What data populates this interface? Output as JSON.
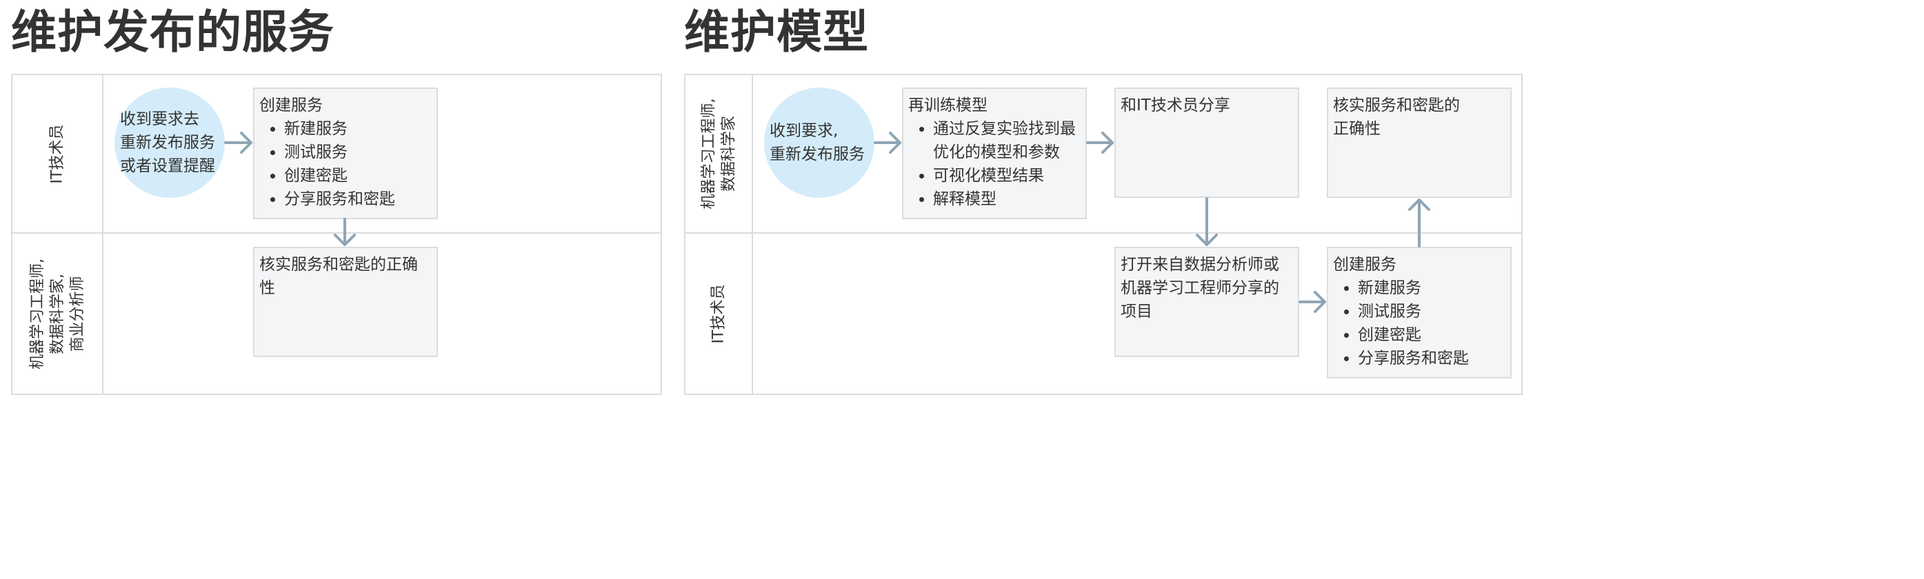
{
  "left": {
    "title": "维护发布的服务",
    "lanes": [
      "IT技术员",
      "机器学习工程师,\n数据科学家,\n商业分析师"
    ],
    "start": "收到要求去\n重新发布服务\n或者设置提醒",
    "create": {
      "heading": "创建服务",
      "items": [
        "新建服务",
        "测试服务",
        "创建密匙",
        "分享服务和密匙"
      ]
    },
    "verify": "核实服务和密匙的正确性"
  },
  "right": {
    "title": "维护模型",
    "lanes": [
      "机器学习工程师,\n数据科学家",
      "IT技术员"
    ],
    "start": "收到要求,\n重新发布服务",
    "retrain": {
      "heading": "再训练模型",
      "items": [
        "通过反复实验找到最优化的模型和参数",
        "可视化模型结果",
        "解释模型"
      ]
    },
    "share": "和IT技术员分享",
    "verify": "核实服务和密匙的\n正确性",
    "open": "打开来自数据分析师或\n机器学习工程师分享的\n项目",
    "create": {
      "heading": "创建服务",
      "items": [
        "新建服务",
        "测试服务",
        "创建密匙",
        "分享服务和密匙"
      ]
    }
  },
  "colors": {
    "circle": "#d4ecf9",
    "box": "#f4f5f7",
    "border": "#dcdcdc",
    "arrow": "#8fa5b4"
  }
}
